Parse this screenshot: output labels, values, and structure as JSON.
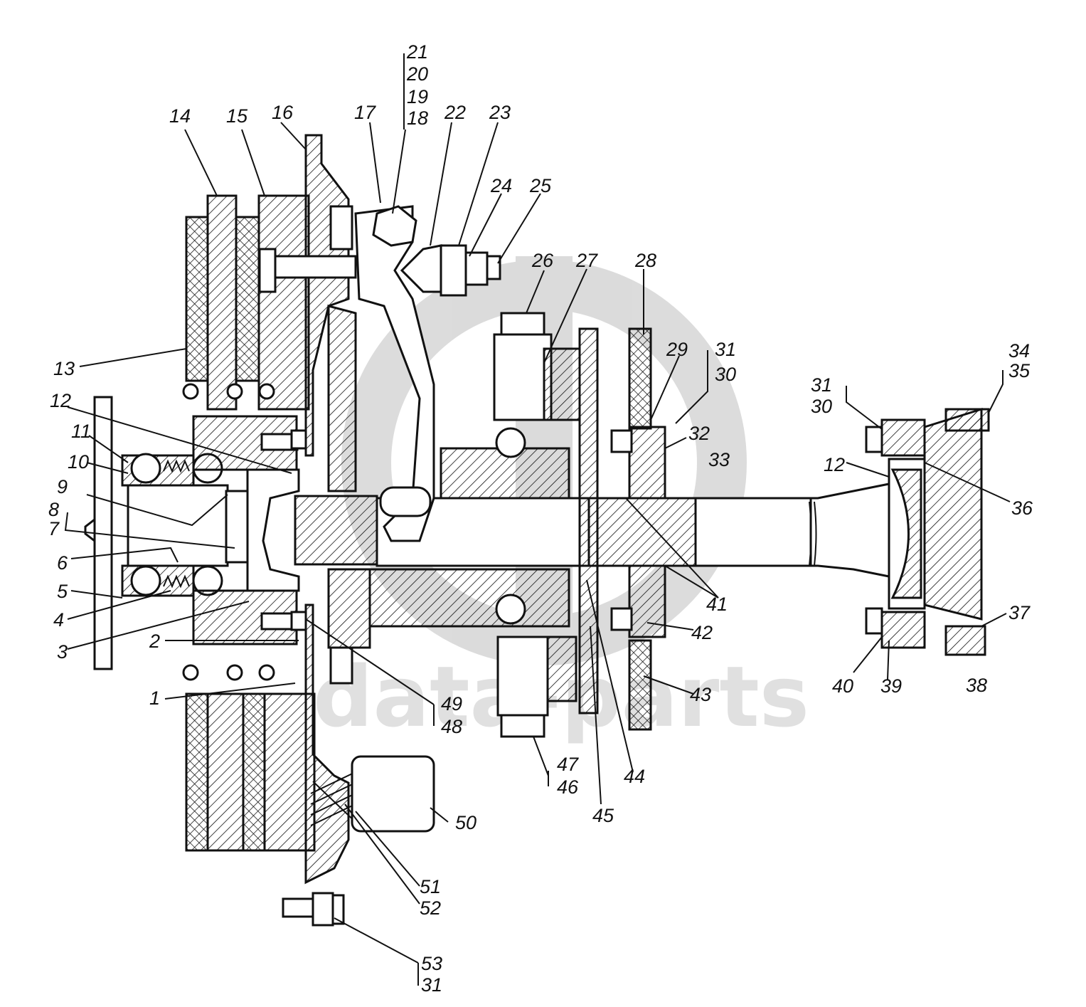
{
  "watermark": {
    "text": "data-parts"
  },
  "callouts": [
    {
      "id": "c1",
      "text": "1"
    },
    {
      "id": "c2",
      "text": "2"
    },
    {
      "id": "c3",
      "text": "3"
    },
    {
      "id": "c4",
      "text": "4"
    },
    {
      "id": "c5",
      "text": "5"
    },
    {
      "id": "c6",
      "text": "6"
    },
    {
      "id": "c7",
      "text": "7"
    },
    {
      "id": "c8",
      "text": "8"
    },
    {
      "id": "c9",
      "text": "9"
    },
    {
      "id": "c10",
      "text": "10"
    },
    {
      "id": "c11",
      "text": "11"
    },
    {
      "id": "c12",
      "text": "12"
    },
    {
      "id": "c12b",
      "text": "12"
    },
    {
      "id": "c13",
      "text": "13"
    },
    {
      "id": "c14",
      "text": "14"
    },
    {
      "id": "c15",
      "text": "15"
    },
    {
      "id": "c16",
      "text": "16"
    },
    {
      "id": "c17",
      "text": "17"
    },
    {
      "id": "c18",
      "text": "18"
    },
    {
      "id": "c19",
      "text": "19"
    },
    {
      "id": "c20",
      "text": "20"
    },
    {
      "id": "c21",
      "text": "21"
    },
    {
      "id": "c22",
      "text": "22"
    },
    {
      "id": "c23",
      "text": "23"
    },
    {
      "id": "c24",
      "text": "24"
    },
    {
      "id": "c25",
      "text": "25"
    },
    {
      "id": "c26",
      "text": "26"
    },
    {
      "id": "c27",
      "text": "27"
    },
    {
      "id": "c28",
      "text": "28"
    },
    {
      "id": "c29",
      "text": "29"
    },
    {
      "id": "c30",
      "text": "30"
    },
    {
      "id": "c31",
      "text": "31"
    },
    {
      "id": "c30b",
      "text": "30"
    },
    {
      "id": "c31b",
      "text": "31"
    },
    {
      "id": "c31c",
      "text": "31"
    },
    {
      "id": "c32",
      "text": "32"
    },
    {
      "id": "c33",
      "text": "33"
    },
    {
      "id": "c34",
      "text": "34"
    },
    {
      "id": "c35",
      "text": "35"
    },
    {
      "id": "c36",
      "text": "36"
    },
    {
      "id": "c37",
      "text": "37"
    },
    {
      "id": "c38",
      "text": "38"
    },
    {
      "id": "c39",
      "text": "39"
    },
    {
      "id": "c40",
      "text": "40"
    },
    {
      "id": "c41",
      "text": "41"
    },
    {
      "id": "c42",
      "text": "42"
    },
    {
      "id": "c43",
      "text": "43"
    },
    {
      "id": "c44",
      "text": "44"
    },
    {
      "id": "c45",
      "text": "45"
    },
    {
      "id": "c46",
      "text": "46"
    },
    {
      "id": "c47",
      "text": "47"
    },
    {
      "id": "c48",
      "text": "48"
    },
    {
      "id": "c49",
      "text": "49"
    },
    {
      "id": "c50",
      "text": "50"
    },
    {
      "id": "c51",
      "text": "51"
    },
    {
      "id": "c52",
      "text": "52"
    },
    {
      "id": "c53",
      "text": "53"
    }
  ]
}
